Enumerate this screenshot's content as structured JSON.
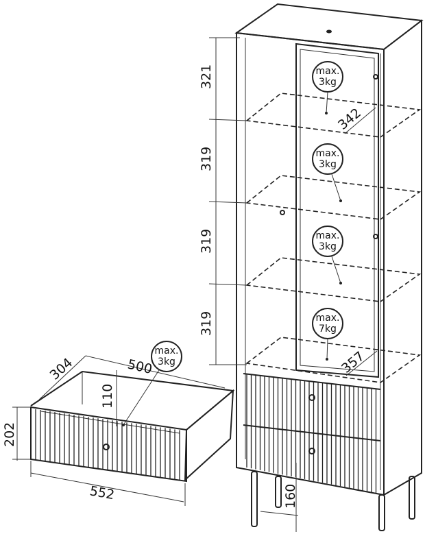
{
  "cabinet": {
    "shelf_heights": [
      "321",
      "319",
      "319",
      "319"
    ],
    "shelf_depth": "342",
    "base_depth": "357",
    "leg_height": "160",
    "loads": [
      {
        "line1": "max.",
        "line2": "3kg"
      },
      {
        "line1": "max.",
        "line2": "3kg"
      },
      {
        "line1": "max.",
        "line2": "3kg"
      },
      {
        "line1": "max.",
        "line2": "7kg"
      }
    ]
  },
  "drawer": {
    "depth": "304",
    "inner_width": "500",
    "inner_height": "110",
    "height": "202",
    "width": "552",
    "load": {
      "line1": "max.",
      "line2": "3kg"
    }
  }
}
